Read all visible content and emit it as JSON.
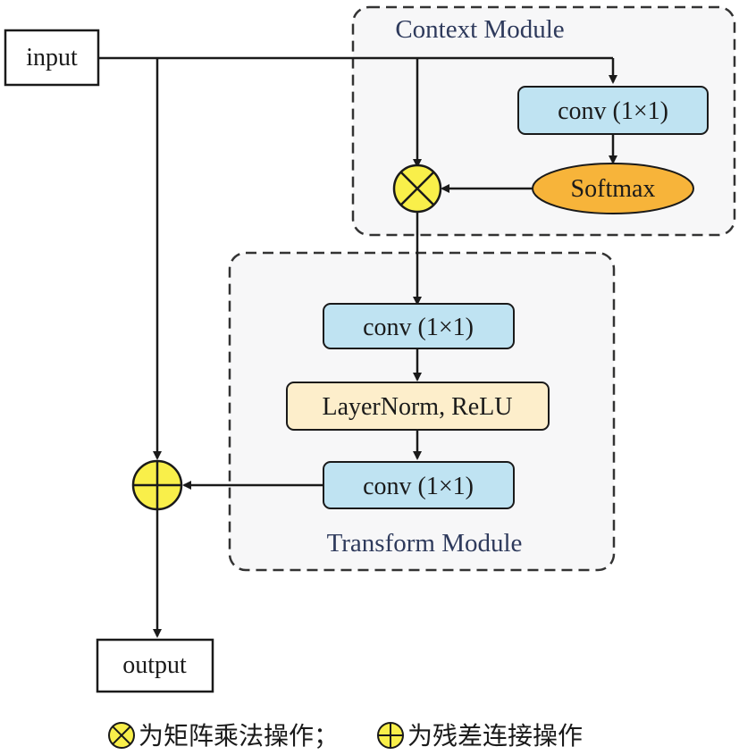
{
  "nodes": {
    "input": "input",
    "output": "output",
    "context_conv": "conv (1×1)",
    "softmax": "Softmax",
    "transform_conv1": "conv (1×1)",
    "layernorm": "LayerNorm, ReLU",
    "transform_conv2": "conv (1×1)"
  },
  "modules": {
    "context_title": "Context Module",
    "transform_title": "Transform Module"
  },
  "legend": {
    "multiply_text": "为矩阵乘法操作；",
    "add_text": "为残差连接操作"
  },
  "colors": {
    "conv_fill": "#bfe3f2",
    "layernorm_fill": "#fdeecb",
    "softmax_fill": "#f7b43a",
    "operator_fill": "#f9ef4a",
    "module_bg": "#f7f7f8",
    "module_border": "#333333"
  }
}
